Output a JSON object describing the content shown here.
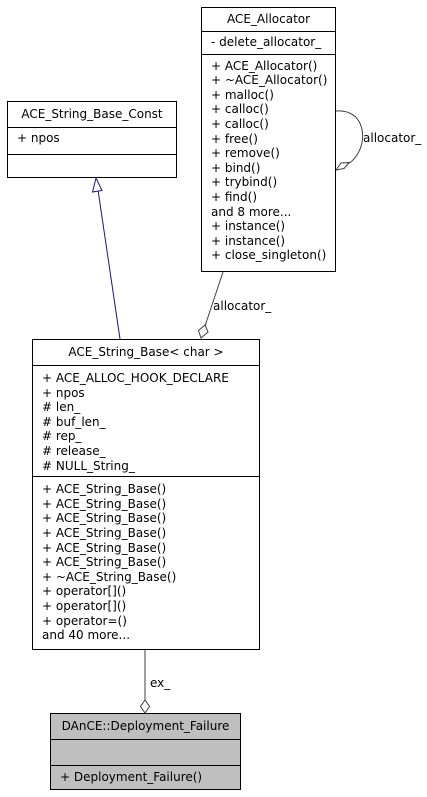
{
  "diagram": {
    "classes": [
      {
        "id": "ace_allocator",
        "title": "ACE_Allocator",
        "sections": [
          [
            "- delete_allocator_"
          ],
          [
            "+ ACE_Allocator()",
            "+ ~ACE_Allocator()",
            "+ malloc()",
            "+ calloc()",
            "+ calloc()",
            "+ free()",
            "+ remove()",
            "+ bind()",
            "+ trybind()",
            "+ find()",
            "and 8 more...",
            "+ instance()",
            "+ instance()",
            "+ close_singleton()"
          ]
        ]
      },
      {
        "id": "ace_string_base_const",
        "title": "ACE_String_Base_Const",
        "sections": [
          [
            "+ npos"
          ],
          []
        ]
      },
      {
        "id": "ace_string_base_char",
        "title": "ACE_String_Base< char >",
        "sections": [
          [
            "+ ACE_ALLOC_HOOK_DECLARE",
            "+ npos",
            "# len_",
            "# buf_len_",
            "# rep_",
            "# release_",
            "# NULL_String_"
          ],
          [
            "+ ACE_String_Base()",
            "+ ACE_String_Base()",
            "+ ACE_String_Base()",
            "+ ACE_String_Base()",
            "+ ACE_String_Base()",
            "+ ACE_String_Base()",
            "+ ~ACE_String_Base()",
            "+ operator[]()",
            "+ operator[]()",
            "+ operator=()",
            "and 40 more..."
          ]
        ]
      },
      {
        "id": "deployment_failure",
        "title": "DAnCE::Deployment_Failure",
        "highlighted": true,
        "sections": [
          [],
          [
            "+ Deployment_Failure()"
          ]
        ]
      }
    ],
    "edges": {
      "self_allocator": "allocator_",
      "allocator_to_string_base": "allocator_",
      "string_base_to_failure": "ex_"
    },
    "colors": {
      "inheritance_line": "#191970",
      "association_line": "#404040",
      "highlight_fill": "#bfbfbf"
    }
  }
}
